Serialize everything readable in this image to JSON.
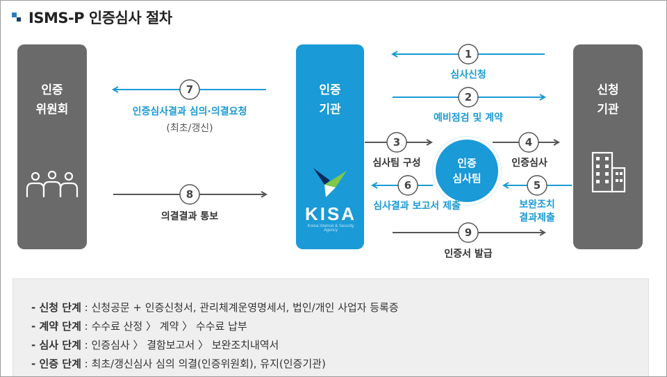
{
  "title": "ISMS-P 인증심사 절차",
  "nodes": {
    "committee": "인증\n위원회",
    "cert_body": "인증\n기관",
    "applicant": "신청\n기관",
    "audit_team": "인증\n심사팀"
  },
  "kisa_logo": {
    "text": "KISA",
    "subtext": "Korea Internet & Security Agency"
  },
  "steps": [
    {
      "num": "1",
      "label": "심사신청"
    },
    {
      "num": "2",
      "label": "예비점검 및 계약"
    },
    {
      "num": "3",
      "label": "심사팀 구성"
    },
    {
      "num": "4",
      "label": "인증심사"
    },
    {
      "num": "5",
      "label": "보완조치\n결과제출"
    },
    {
      "num": "6",
      "label": "심사결과 보고서 제출"
    },
    {
      "num": "7",
      "label": "인증심사결과 심의·의결요청",
      "sublabel": "(최초/갱신)"
    },
    {
      "num": "8",
      "label": "의결결과 통보"
    },
    {
      "num": "9",
      "label": "인증서 발급"
    }
  ],
  "notes": [
    {
      "label": "- 신청 단계",
      "text": " : 신청공문 + 인증신청서, 관리체계운영명세서, 법인/개인 사업자 등록증"
    },
    {
      "label": "- 계약 단계",
      "text": " : 수수료 산정 〉 계약 〉 수수료 납부"
    },
    {
      "label": "- 심사 단계",
      "text": " : 인증심사 〉 결함보고서 〉 보완조치내역서"
    },
    {
      "label": "- 인증 단계",
      "text": " : 최초/갱신심사 심의 의결(인증위원회), 유지(인증기관)"
    }
  ],
  "colors": {
    "blue": "#1a9ad6",
    "gray": "#6a6a6a",
    "arrow_gray": "#555555",
    "notes_bg": "#efefef"
  },
  "icons": [
    "people-icon",
    "building-icon",
    "kisa-logo"
  ]
}
